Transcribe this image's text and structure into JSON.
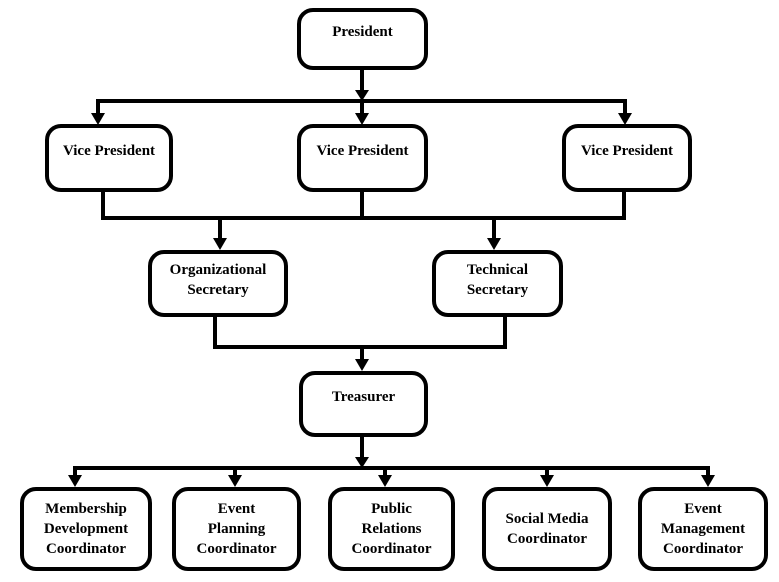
{
  "diagram": {
    "type": "org-chart",
    "nodes": {
      "president": "President",
      "vice_president_1": "Vice President",
      "vice_president_2": "Vice President",
      "vice_president_3": "Vice President",
      "organizational_secretary": "Organizational\nSecretary",
      "technical_secretary": "Technical\nSecretary",
      "treasurer": "Treasurer",
      "membership_development_coordinator": "Membership\nDevelopment\nCoordinator",
      "event_planning_coordinator": "Event\nPlanning\nCoordinator",
      "public_relations_coordinator": "Public\nRelations\nCoordinator",
      "social_media_coordinator": "Social Media\nCoordinator",
      "event_management_coordinator": "Event\nManagement\nCoordinator"
    },
    "hierarchy": [
      {
        "from": "President",
        "to": [
          "Vice President",
          "Vice President",
          "Vice President"
        ]
      },
      {
        "from": "Vice Presidents",
        "to": [
          "Organizational Secretary",
          "Technical Secretary"
        ]
      },
      {
        "from": "Organizational Secretary + Technical Secretary",
        "to": [
          "Treasurer"
        ]
      },
      {
        "from": "Treasurer",
        "to": [
          "Membership Development Coordinator",
          "Event Planning Coordinator",
          "Public Relations Coordinator",
          "Social Media Coordinator",
          "Event Management Coordinator"
        ]
      }
    ],
    "colors": {
      "line": "#000000",
      "box_border": "#000000",
      "box_fill": "#ffffff",
      "text": "#000000",
      "background": "#ffffff"
    }
  }
}
